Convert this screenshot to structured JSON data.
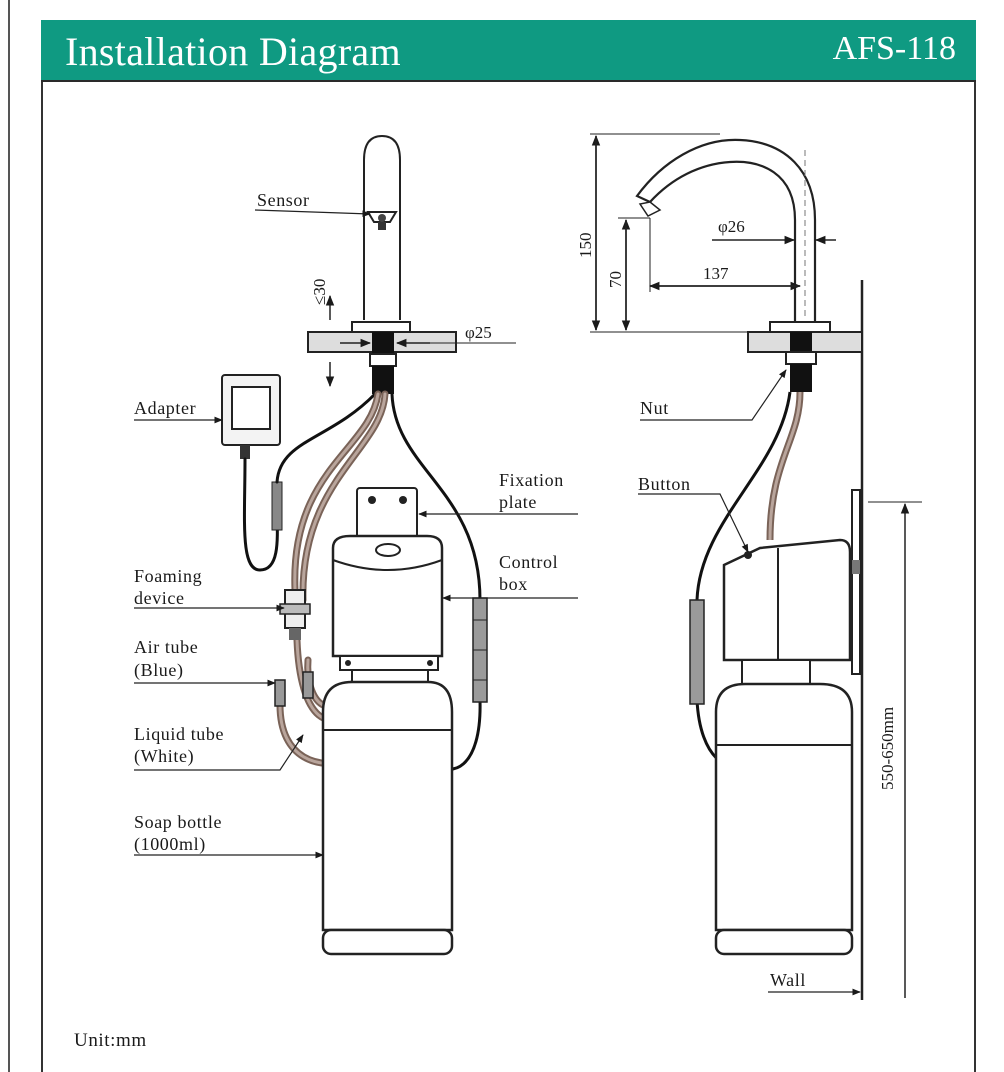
{
  "header": {
    "title": "Installation Diagram",
    "model": "AFS-118",
    "bg_color": "#0f9a82"
  },
  "labels": {
    "sensor": "Sensor",
    "adapter": "Adapter",
    "foaming_1": "Foaming",
    "foaming_2": "device",
    "air_tube_1": "Air tube",
    "air_tube_2": "(Blue)",
    "liquid_tube_1": "Liquid tube",
    "liquid_tube_2": "(White)",
    "soap_bottle_1": "Soap bottle",
    "soap_bottle_2": "(1000ml)",
    "fixation_1": "Fixation",
    "fixation_2": "plate",
    "control_1": "Control",
    "control_2": "box",
    "nut": "Nut",
    "button": "Button",
    "wall": "Wall"
  },
  "dimensions": {
    "max_thickness": "≤30",
    "hole_dia": "φ25",
    "spout_dia": "φ26",
    "height_total": "150",
    "height_outlet": "70",
    "reach": "137",
    "mount_height": "550-650mm"
  },
  "footer": {
    "unit": "Unit:mm"
  }
}
